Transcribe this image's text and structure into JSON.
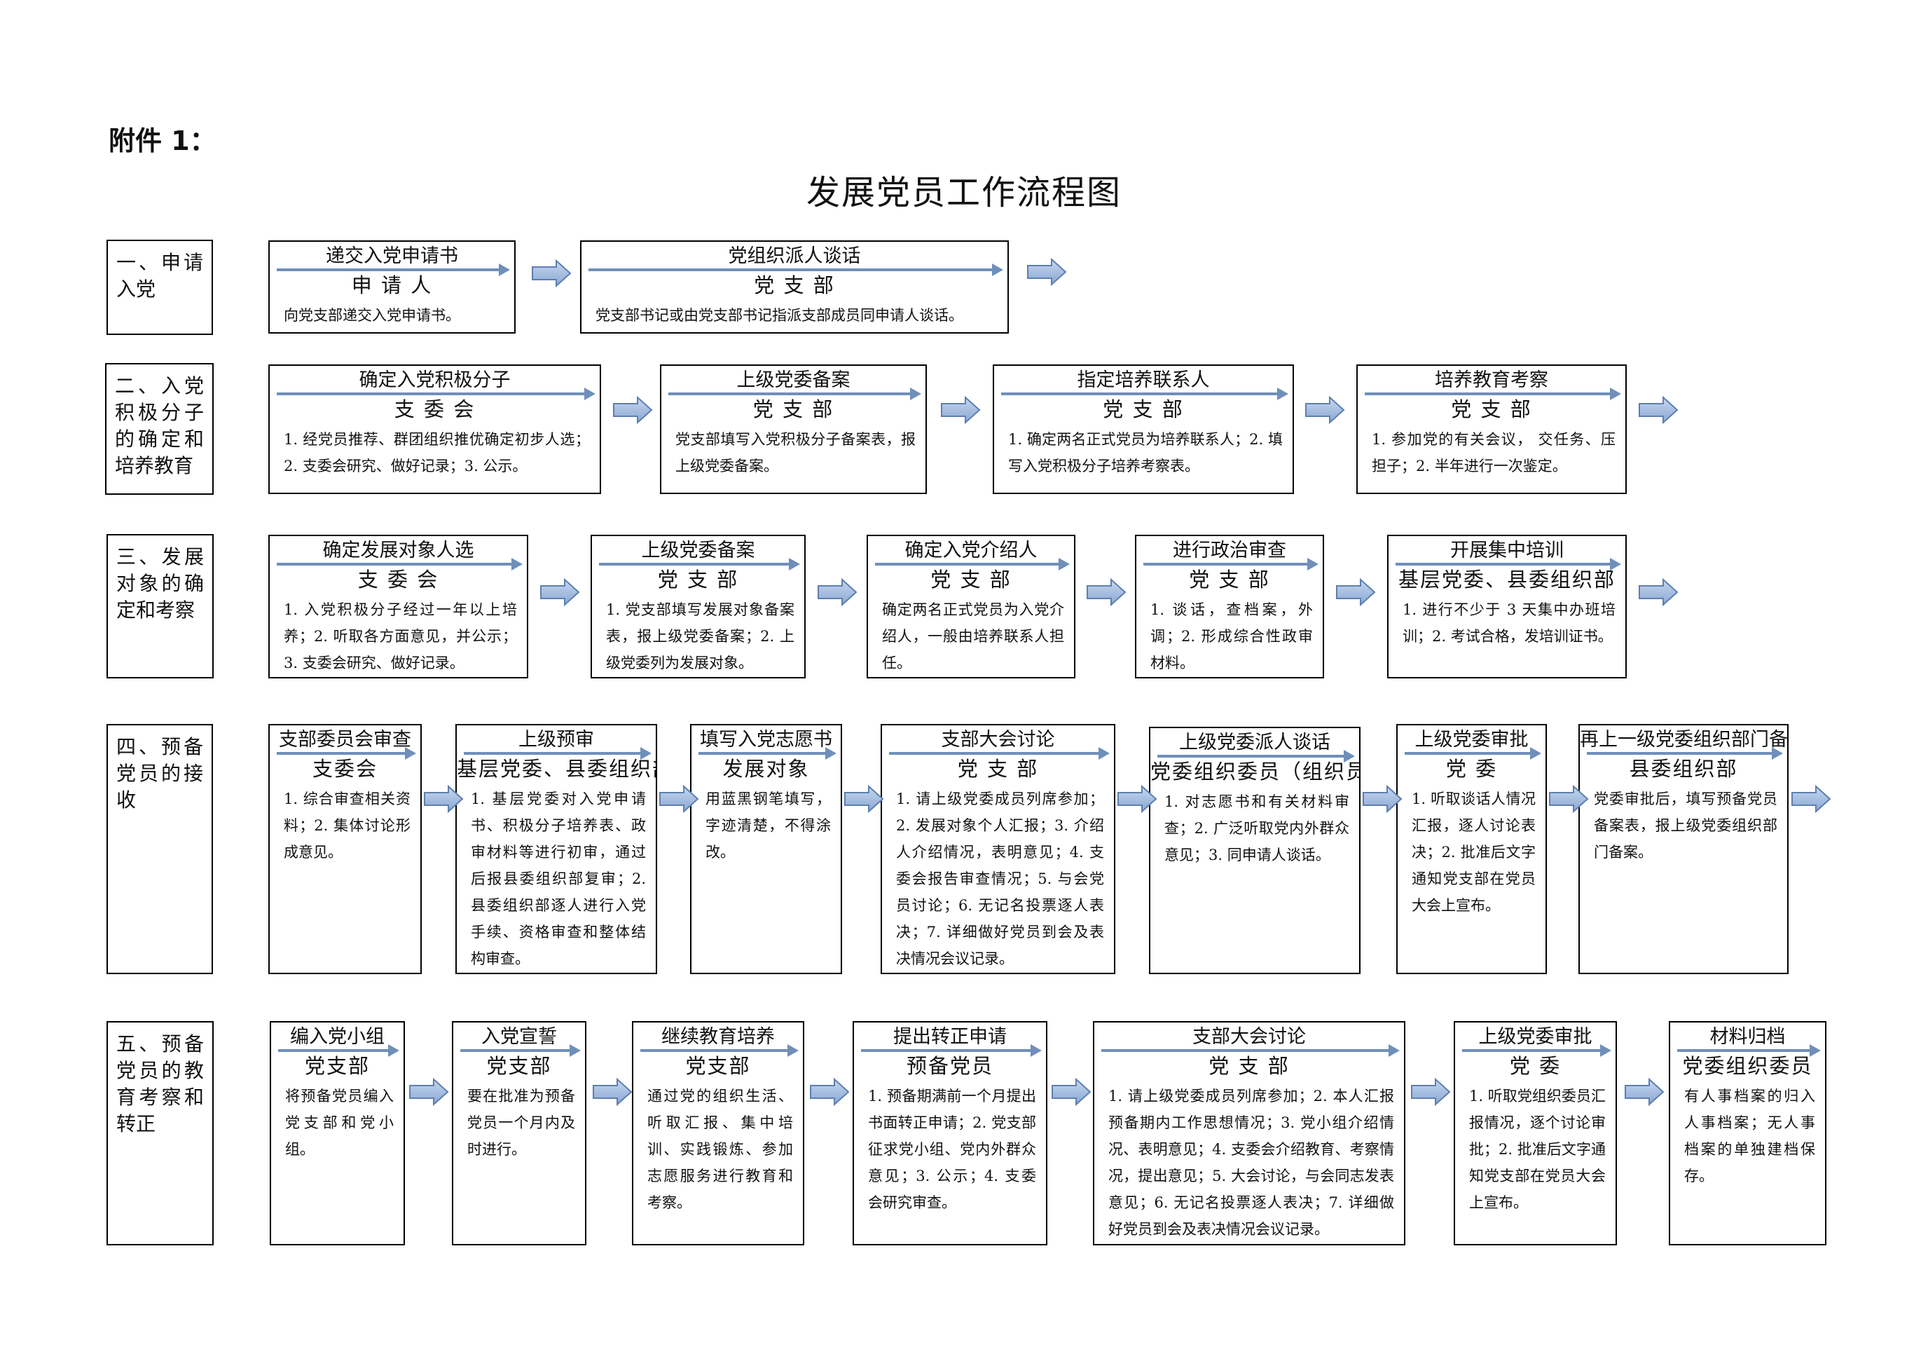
{
  "attachment": "附件 1：",
  "title": "发展党员工作流程图",
  "stages": [
    {
      "label": "一、申请入党",
      "steps": [
        {
          "title": "递交入党申请书",
          "role": "申 请 人",
          "desc": "向党支部递交入党申请书。"
        },
        {
          "title": "党组织派人谈话",
          "role": "党 支 部",
          "desc": "党支部书记或由党支部书记指派支部成员同申请人谈话。"
        }
      ]
    },
    {
      "label": "二、入党积极分子的确定和培养教育",
      "steps": [
        {
          "title": "确定入党积极分子",
          "role": "支 委 会",
          "desc": "1. 经党员推荐、群团组织推优确定初步人选；2. 支委会研究、做好记录；3. 公示。"
        },
        {
          "title": "上级党委备案",
          "role": "党 支 部",
          "desc": "党支部填写入党积极分子备案表，报上级党委备案。"
        },
        {
          "title": "指定培养联系人",
          "role": "党 支 部",
          "desc": "1. 确定两名正式党员为培养联系人；2. 填写入党积极分子培养考察表。"
        },
        {
          "title": "培养教育考察",
          "role": "党 支 部",
          "desc": "1. 参加党的有关会议， 交任务、压担子；2. 半年进行一次鉴定。"
        }
      ]
    },
    {
      "label": "三、发展对象的确定和考察",
      "steps": [
        {
          "title": "确定发展对象人选",
          "role": "支 委 会",
          "desc": "1. 入党积极分子经过一年以上培养；2. 听取各方面意见，并公示；3. 支委会研究、做好记录。"
        },
        {
          "title": "上级党委备案",
          "role": "党 支 部",
          "desc": "1. 党支部填写发展对象备案表，报上级党委备案；2. 上级党委列为发展对象。"
        },
        {
          "title": "确定入党介绍人",
          "role": "党 支 部",
          "desc": "确定两名正式党员为入党介绍人，一般由培养联系人担任。"
        },
        {
          "title": "进行政治审查",
          "role": "党 支 部",
          "desc": "1. 谈话，查档案，外调；2. 形成综合性政审材料。"
        },
        {
          "title": "开展集中培训",
          "role": "基层党委、县委组织部",
          "desc": "1. 进行不少于 3 天集中办班培训；2. 考试合格，发培训证书。"
        }
      ]
    },
    {
      "label": "四、预备党员的接收",
      "steps": [
        {
          "title": "支部委员会审查",
          "role": "支委会",
          "desc": "1. 综合审查相关资料；2. 集体讨论形成意见。"
        },
        {
          "title": "上级预审",
          "role": "基层党委、县委组织部",
          "desc": "1. 基层党委对入党申请书、积极分子培养表、政审材料等进行初审，通过后报县委组织部复审；2. 县委组织部逐人进行入党手续、资格审查和整体结构审查。"
        },
        {
          "title": "填写入党志愿书",
          "role": "发展对象",
          "desc": "用蓝黑钢笔填写，字迹清楚，不得涂改。"
        },
        {
          "title": "支部大会讨论",
          "role": "党 支 部",
          "desc": "1. 请上级党委成员列席参加；2. 发展对象个人汇报；3. 介绍人介绍情况，表明意见；4. 支委会报告审查情况；5. 与会党员讨论；6. 无记名投票逐人表决；7. 详细做好党员到会及表决情况会议记录。"
        },
        {
          "title": "上级党委派人谈话",
          "role": "党委组织委员（组织员）",
          "desc": "1. 对志愿书和有关材料审查；2. 广泛听取党内外群众意见；3. 同申请人谈话。"
        },
        {
          "title": "上级党委审批",
          "role": "党 委",
          "desc": "1. 听取谈话人情况汇报，逐人讨论表决；2. 批准后文字通知党支部在党员大会上宣布。"
        },
        {
          "title": "再上一级党委组织部门备案",
          "role": "县委组织部",
          "desc": "党委审批后，填写预备党员备案表，报上级党委组织部门备案。"
        }
      ]
    },
    {
      "label": "五、预备党员的教育考察和转正",
      "steps": [
        {
          "title": "编入党小组",
          "role": "党支部",
          "desc": "将预备党员编入党支部和党小组。"
        },
        {
          "title": "入党宣誓",
          "role": "党支部",
          "desc": "要在批准为预备党员一个月内及时进行。"
        },
        {
          "title": "继续教育培养",
          "role": "党支部",
          "desc": "通过党的组织生活、听取汇报、集中培训、实践锻炼、参加志愿服务进行教育和考察。"
        },
        {
          "title": "提出转正申请",
          "role": "预备党员",
          "desc": "1. 预备期满前一个月提出书面转正申请；2. 党支部征求党小组、党内外群众意见；3. 公示；4. 支委会研究审查。"
        },
        {
          "title": "支部大会讨论",
          "role": "党 支 部",
          "desc": "1. 请上级党委成员列席参加；2. 本人汇报预备期内工作思想情况；3. 党小组介绍情况、表明意见；4. 支委会介绍教育、考察情况，提出意见；5. 大会讨论，与会同志发表意见；6. 无记名投票逐人表决；7. 详细做好党员到会及表决情况会议记录。"
        },
        {
          "title": "上级党委审批",
          "role": "党 委",
          "desc": "1. 听取党组织委员汇报情况，逐个讨论审批；2. 批准后文字通知党支部在党员大会上宣布。"
        },
        {
          "title": "材料归档",
          "role": "党委组织委员",
          "desc": "有人事档案的归入人事档案；无人事档案的单独建档保存。"
        }
      ]
    }
  ]
}
